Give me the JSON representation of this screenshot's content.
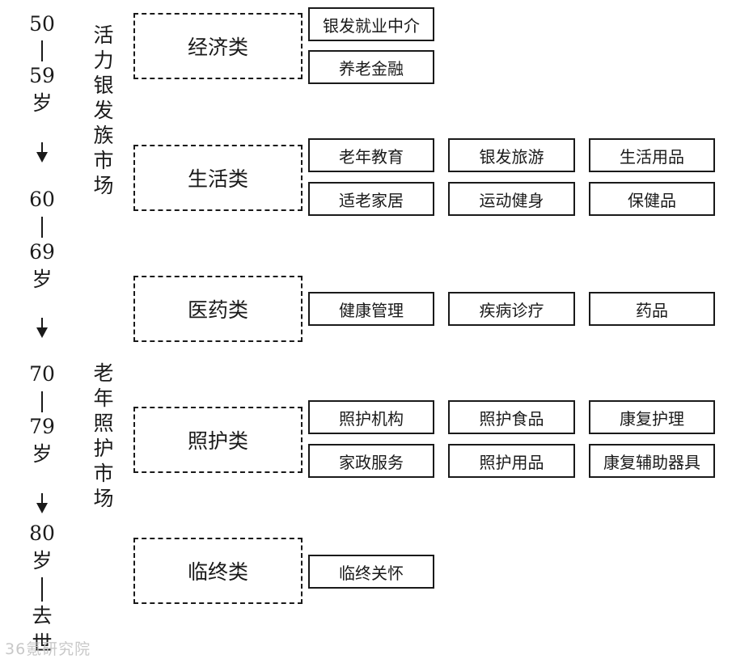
{
  "timeline": {
    "a1": "50",
    "a2": "59",
    "a3": "岁",
    "b1": "60",
    "b2": "69",
    "b3": "岁",
    "c1": "70",
    "c2": "79",
    "c3": "岁",
    "d1": "80",
    "d2": "岁",
    "d3": "去",
    "d4": "世"
  },
  "markets": {
    "silver": [
      "活",
      "力",
      "银",
      "发",
      "族",
      "市",
      "场"
    ],
    "care": [
      "老",
      "年",
      "照",
      "护",
      "市",
      "场"
    ]
  },
  "categories": {
    "economy": {
      "label": "经济类",
      "items": [
        "银发就业中介",
        "养老金融"
      ]
    },
    "life": {
      "label": "生活类",
      "items": [
        "老年教育",
        "银发旅游",
        "生活用品",
        "适老家居",
        "运动健身",
        "保健品"
      ]
    },
    "medical": {
      "label": "医药类",
      "items": [
        "健康管理",
        "疾病诊疗",
        "药品"
      ]
    },
    "care": {
      "label": "照护类",
      "items": [
        "照护机构",
        "照护食品",
        "康复护理",
        "家政服务",
        "照护用品",
        "康复辅助器具"
      ]
    },
    "hospice": {
      "label": "临终类",
      "items": [
        "临终关怀"
      ]
    }
  },
  "watermark": "36氪研究院"
}
